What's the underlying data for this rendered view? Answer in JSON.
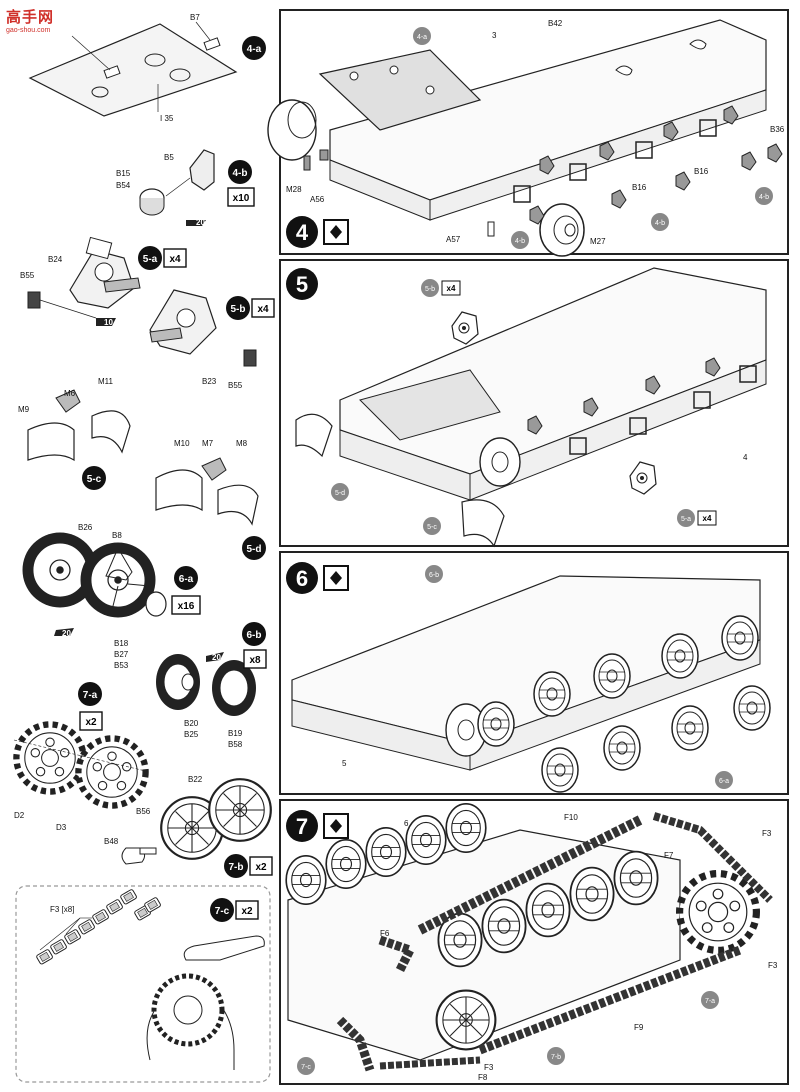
{
  "watermark": {
    "title": "高手网",
    "url": "gao-shou.com"
  },
  "steps": {
    "s4": {
      "number": "4"
    },
    "s5": {
      "number": "5"
    },
    "s6": {
      "number": "6"
    },
    "s7": {
      "number": "7"
    }
  },
  "substeps": {
    "b4a": {
      "label": "4-a"
    },
    "b4b": {
      "label": "4-b",
      "qty": "x10"
    },
    "b5a": {
      "label": "5-a",
      "qty": "x4"
    },
    "b5b": {
      "label": "5-b",
      "qty": "x4"
    },
    "b5c": {
      "label": "5-c"
    },
    "b5d": {
      "label": "5-d"
    },
    "b6a": {
      "label": "6-a",
      "qty": "x16"
    },
    "b6b": {
      "label": "6-b",
      "qty": "x8"
    },
    "b7a": {
      "label": "7-a",
      "qty": "x2"
    },
    "b7b": {
      "label": "7-b",
      "qty": "x2"
    },
    "b7c": {
      "label": "7-c",
      "qty": "x2"
    }
  },
  "paint": {
    "p20": "20",
    "p10": "10"
  },
  "parts": {
    "B7": "B7",
    "I35": "I 35",
    "B5": "B5",
    "B15": "B15",
    "B54": "B54",
    "B24": "B24",
    "B55": "B55",
    "B23": "B23",
    "M6": "M6",
    "M11": "M11",
    "M9": "M9",
    "M10": "M10",
    "M7": "M7",
    "M8": "M8",
    "B26": "B26",
    "B8": "B8",
    "B18": "B18",
    "B27": "B27",
    "B53": "B53",
    "B20": "B20",
    "B25": "B25",
    "B19": "B19",
    "B58": "B58",
    "D2": "D2",
    "D3": "D3",
    "B22": "B22",
    "B56": "B56",
    "B48": "B48",
    "F3x8": "F3 [x8]",
    "B42": "B42",
    "n3": "3",
    "B36": "B36",
    "B16": "B16",
    "M28": "M28",
    "A56": "A56",
    "A57": "A57",
    "M27": "M27",
    "n4": "4",
    "n5": "5",
    "n6": "6",
    "F10": "F10",
    "F7": "F7",
    "F3": "F3",
    "F6": "F6",
    "F9": "F9",
    "F8": "F8"
  }
}
